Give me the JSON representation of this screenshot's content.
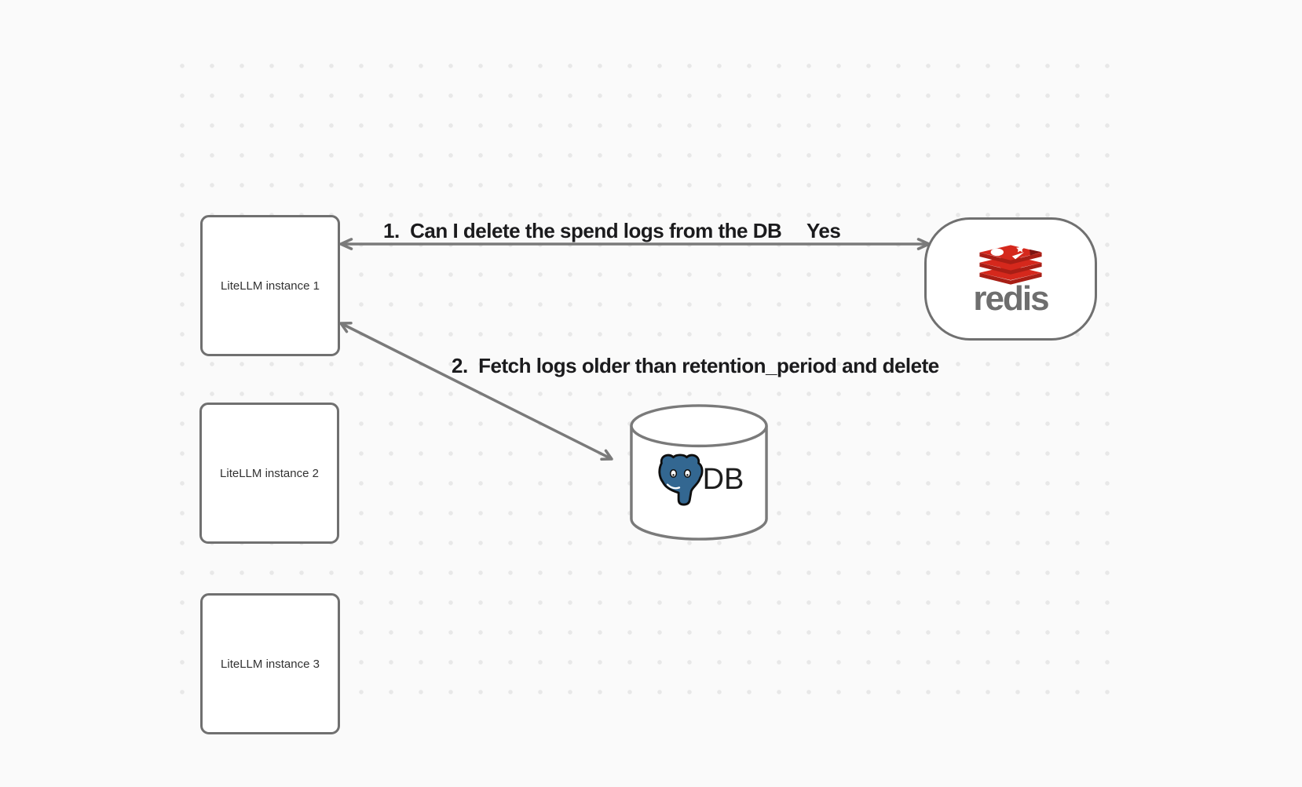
{
  "canvas": {
    "background_color": "#fafafa",
    "dot_color": "#e8e8e8",
    "stroke_color": "#757575"
  },
  "nodes": {
    "instance1": {
      "label": "LiteLLM instance 1"
    },
    "instance2": {
      "label": "LiteLLM instance 2"
    },
    "instance3": {
      "label": "LiteLLM instance 3"
    },
    "redis": {
      "label": "redis",
      "logo": "redis-stack-logo",
      "logo_red": "#d5281c",
      "logo_dark_red": "#a81e15",
      "wordmark_color": "#6e6e6e"
    },
    "db": {
      "label": "DB",
      "logo": "postgresql-elephant-logo",
      "logo_blue": "#336791"
    }
  },
  "arrows": {
    "arrow1": {
      "label": "1.  Can I delete the spend logs from the DB",
      "response": "Yes",
      "from": "redis",
      "to": "instance1",
      "style": "double-headed"
    },
    "arrow2": {
      "label": "2.  Fetch logs older than retention_period and delete",
      "from": "instance1",
      "to": "db",
      "style": "double-headed"
    }
  }
}
